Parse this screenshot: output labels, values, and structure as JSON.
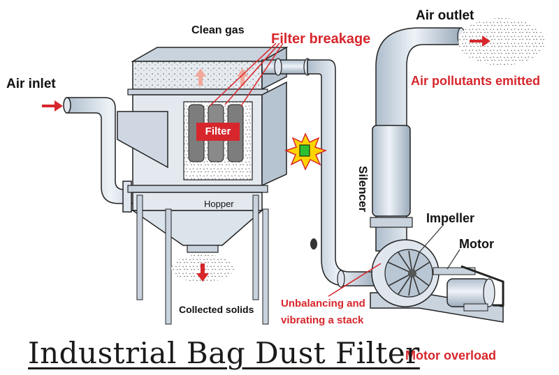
{
  "title": "Industrial Bag Dust Filter",
  "labels": {
    "clean_gas": "Clean gas",
    "filter_breakage": "Filter breakage",
    "air_outlet": "Air outlet",
    "air_pollutants": "Air pollutants emitted",
    "air_inlet": "Air inlet",
    "filter": "Filter",
    "silencer": "Silencer",
    "hopper": "Hopper",
    "impeller": "Impeller",
    "motor": "Motor",
    "collected_solids": "Collected solids",
    "unbalancing_line1": "Unbalancing and",
    "unbalancing_line2": "vibrating a stack",
    "motor_overload": "Motor overload"
  },
  "colors": {
    "highlight": "#d7262c",
    "metal": "#d9e2ec",
    "metal_dark": "#9fb0c2",
    "outline": "#222222",
    "text": "#111111",
    "spark": "#ffd400",
    "indicator": "#2ec02e"
  }
}
